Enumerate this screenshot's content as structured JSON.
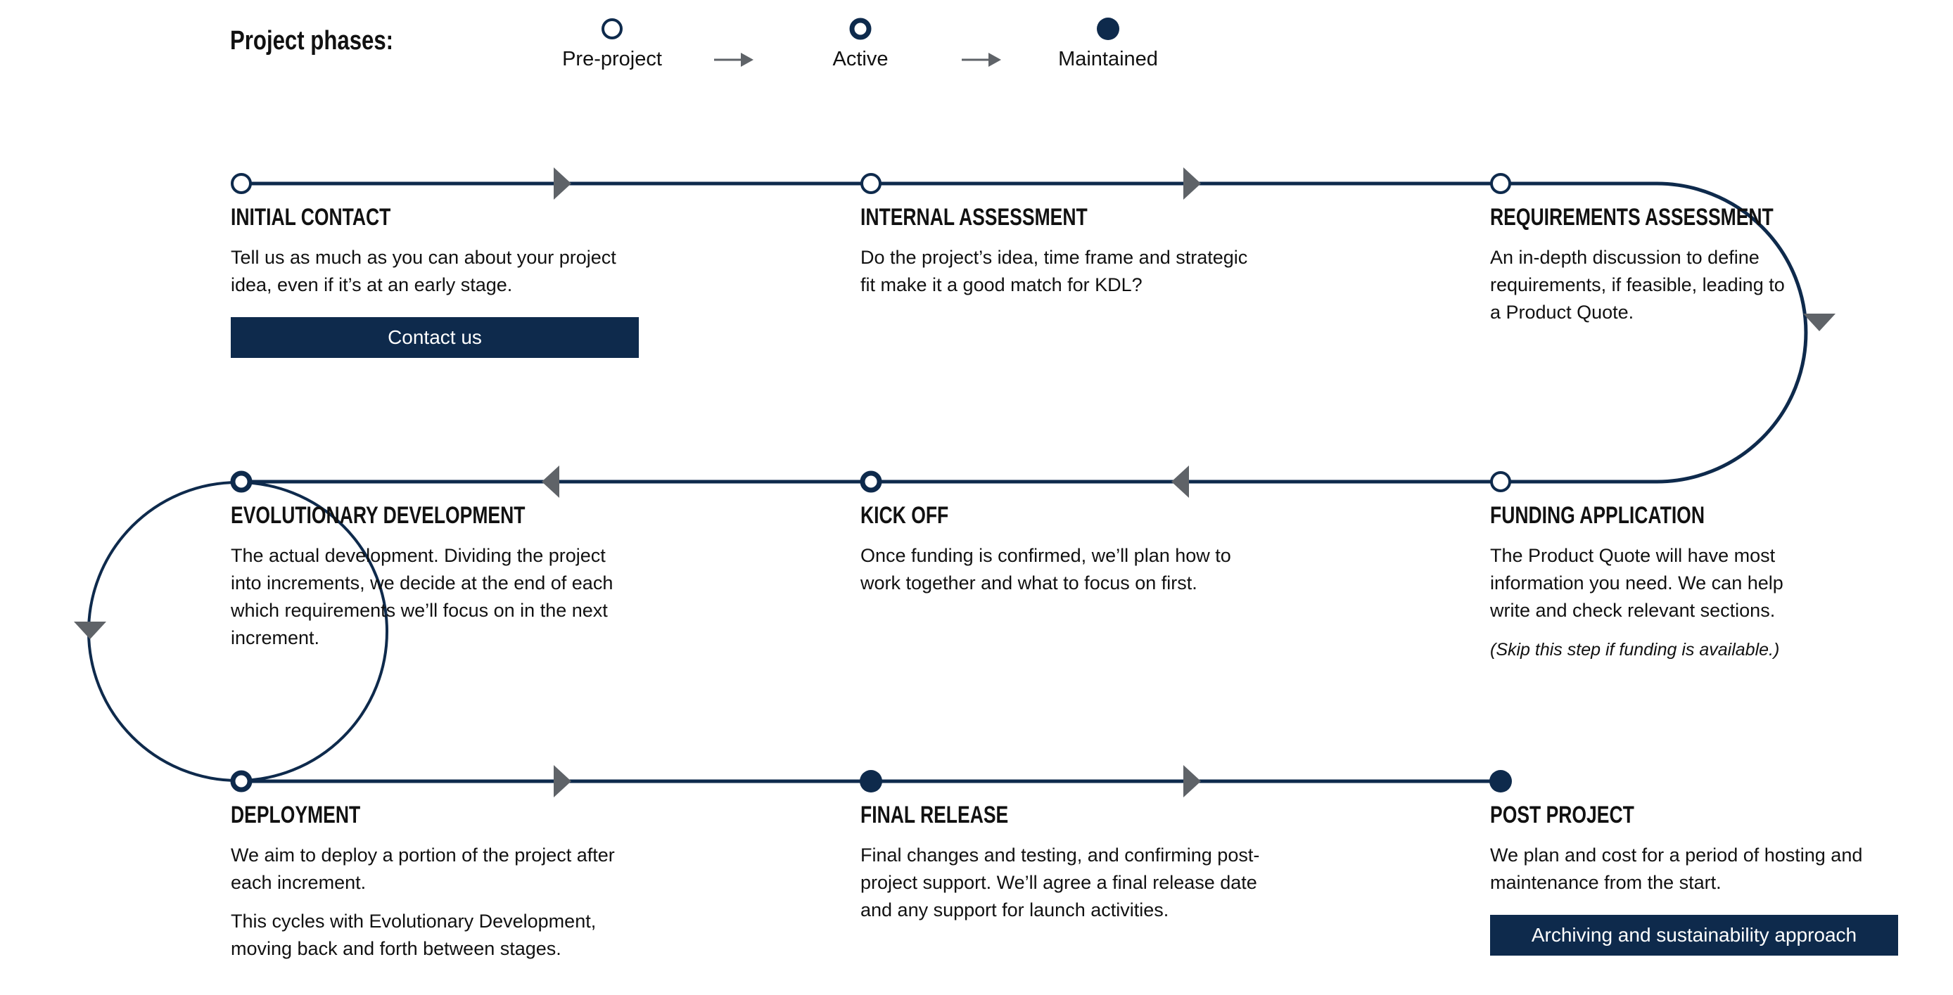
{
  "legend": {
    "title": "Project phases:",
    "items": [
      {
        "label": "Pre-project",
        "marker": "open-circle-thin"
      },
      {
        "label": "Active",
        "marker": "open-circle-thick"
      },
      {
        "label": "Maintained",
        "marker": "filled-circle"
      }
    ]
  },
  "colors": {
    "line": "#0e2a4c",
    "arrow": "#5f6368",
    "button": "#0e2a4c"
  },
  "steps": {
    "initial_contact": {
      "title": "INITIAL CONTACT",
      "body": "Tell us as much as you can about your project idea, even if it’s at an early stage.",
      "button": "Contact us"
    },
    "internal_assessment": {
      "title": "INTERNAL ASSESSMENT",
      "body": "Do the project’s idea, time frame and strategic fit make it a good match for KDL?"
    },
    "requirements_assessment": {
      "title": "REQUIREMENTS ASSESSMENT",
      "body": "An in-depth discussion to define requirements, if feasible, leading to a Product Quote."
    },
    "evolutionary_development": {
      "title": "EVOLUTIONARY DEVELOPMENT",
      "body": "The actual development. Dividing the project into increments, we decide at the end of each which requirements we’ll focus on in the next increment."
    },
    "kick_off": {
      "title": "KICK OFF",
      "body": "Once funding is confirmed, we’ll plan how to work together and what to focus on first."
    },
    "funding_application": {
      "title": "FUNDING APPLICATION",
      "body": "The Product Quote will have most information you need. We can help write and check relevant sections.",
      "note": "(Skip this step if funding is available.)"
    },
    "deployment": {
      "title": "DEPLOYMENT",
      "body": "We aim to deploy a portion of the project after each increment.",
      "body2": "This cycles with Evolutionary Development, moving back and forth between stages."
    },
    "final_release": {
      "title": "FINAL RELEASE",
      "body": "Final changes and testing, and confirming post-project support. We’ll agree a final release date and any support for launch activities."
    },
    "post_project": {
      "title": "POST PROJECT",
      "body": "We plan and cost for a period of hosting and maintenance from the start.",
      "button": "Archiving and sustainability approach"
    }
  }
}
